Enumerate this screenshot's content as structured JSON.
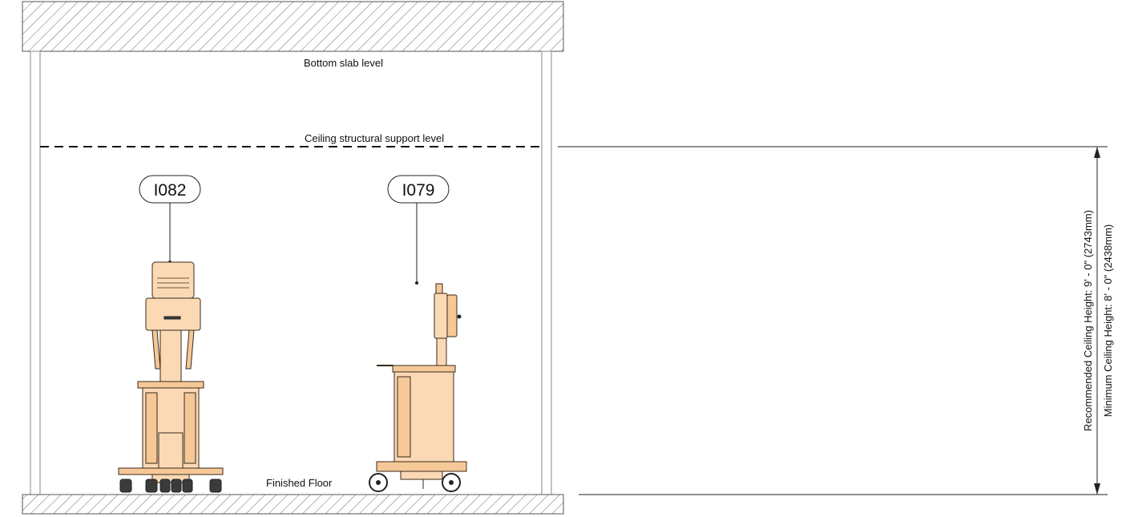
{
  "diagram": {
    "labels": {
      "bottom_slab": "Bottom slab level",
      "ceiling_support": "Ceiling structural support level",
      "finished_floor": "Finished Floor"
    },
    "equipment": [
      {
        "tag": "I082"
      },
      {
        "tag": "I079"
      }
    ],
    "dimensions": {
      "recommended": "Recommended Ceiling Height: 9' - 0\" (2743mm)",
      "minimum": "Minimum Ceiling Height: 8' - 0\" (2438mm)"
    },
    "colors": {
      "equipment_fill": "#fbd9b5",
      "equipment_shade": "#f6c898",
      "hatch": "#6b6b6b",
      "lines": "#222222"
    }
  }
}
